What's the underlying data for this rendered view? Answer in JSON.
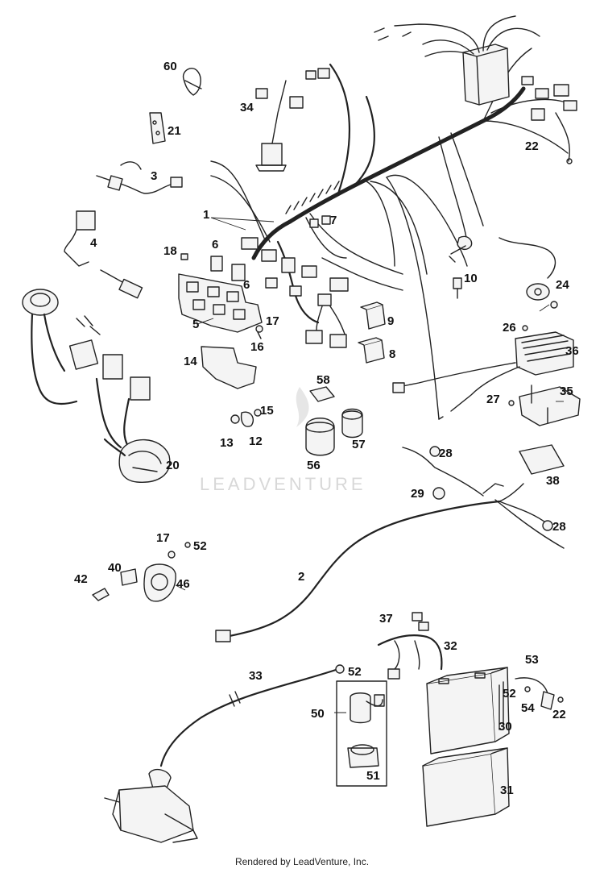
{
  "watermark": "LEADVENTURE",
  "credit": "Rendered by LeadVenture, Inc.",
  "callouts": {
    "c60": "60",
    "c34": "34",
    "c21": "21",
    "c3": "3",
    "c22a": "22",
    "c1": "1",
    "c7": "7",
    "c4": "4",
    "c18": "18",
    "c6a": "6",
    "c6b": "6",
    "c10": "10",
    "c24": "24",
    "c9": "9",
    "c5": "5",
    "c17a": "17",
    "c16": "16",
    "c8": "8",
    "c26": "26",
    "c36": "36",
    "c14": "14",
    "c58": "58",
    "c35": "35",
    "c27": "27",
    "c15": "15",
    "c13": "13",
    "c12": "12",
    "c57": "57",
    "c56": "56",
    "c20": "20",
    "c28a": "28",
    "c38": "38",
    "c29": "29",
    "c28b": "28",
    "c17b": "17",
    "c52a": "52",
    "c40": "40",
    "c42": "42",
    "c46": "46",
    "c2": "2",
    "c37": "37",
    "c32": "32",
    "c33": "33",
    "c52b": "52",
    "c53": "53",
    "c52c": "52",
    "c54": "54",
    "c22b": "22",
    "c50": "50",
    "c30": "30",
    "c51": "51",
    "c31": "31"
  }
}
